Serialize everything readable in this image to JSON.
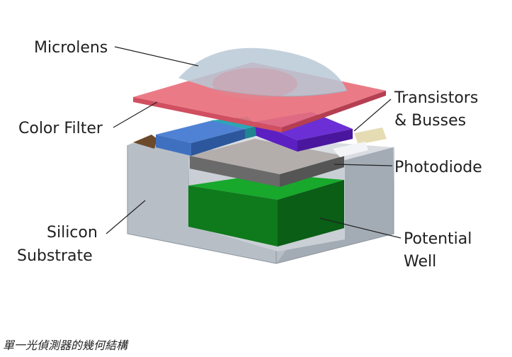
{
  "labels": {
    "microlens": "Microlens",
    "color_filter": "Color Filter",
    "transistors_line1": "Transistors",
    "transistors_line2": "& Busses",
    "photodiode": "Photodiode",
    "silicon_line1": "Silicon",
    "silicon_line2": "Substrate",
    "potential_line1": "Potential",
    "potential_line2": "Well"
  },
  "caption": "單一光偵測器的幾何結構",
  "colors": {
    "substrate_front": "#b7bec6",
    "substrate_top": "#d9dde2",
    "color_filter": "#e8707c",
    "microlens": "#b9c9d6",
    "blue_block": "#3f70c0",
    "purple_block": "#5b1fc2",
    "photodiode": "#a8a4a3",
    "potential_well": "#0e7a1c"
  }
}
